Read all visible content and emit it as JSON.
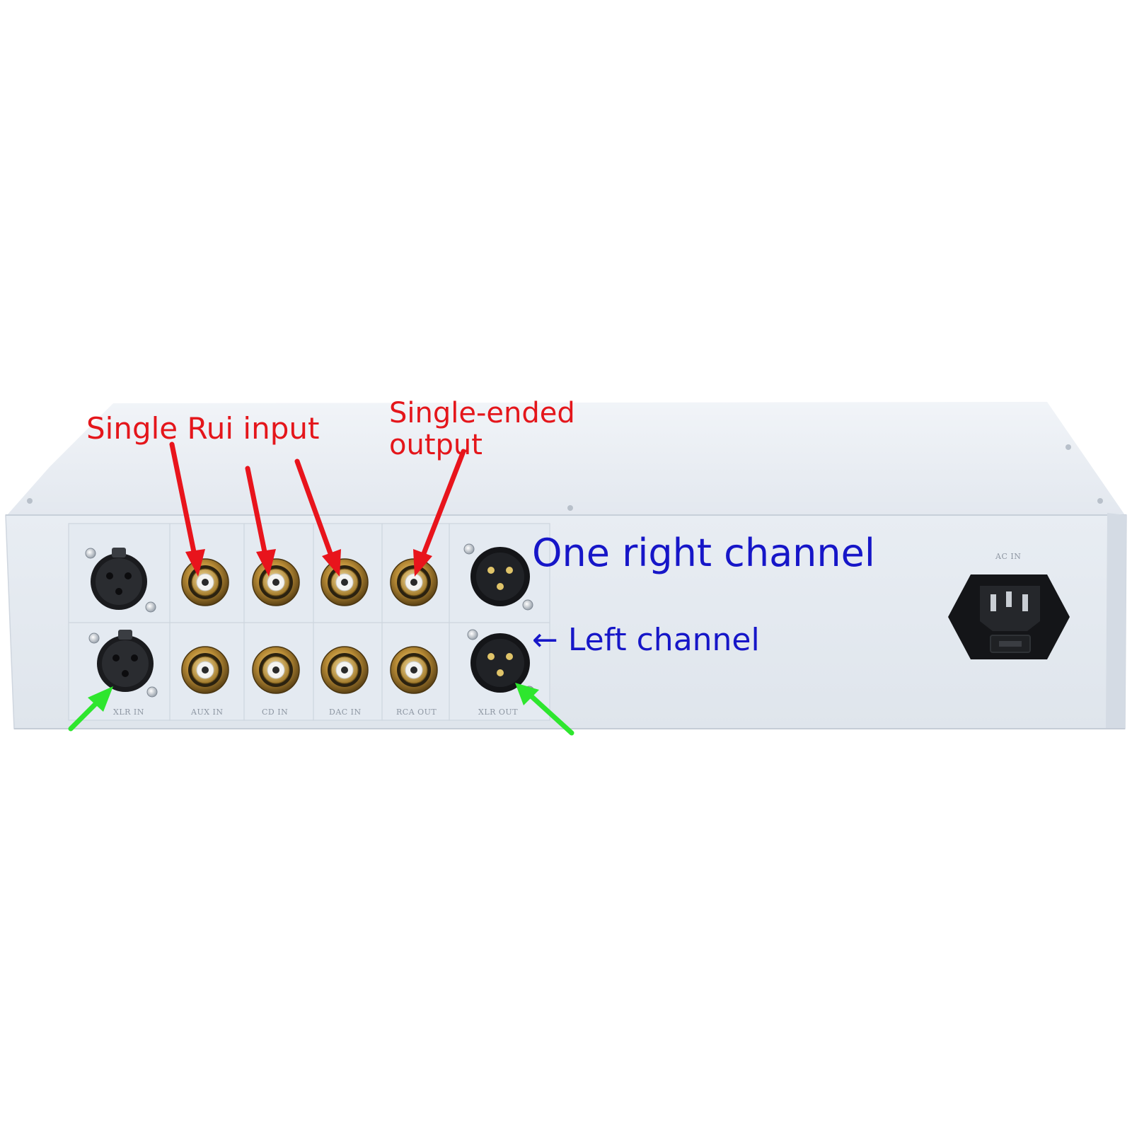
{
  "annotations": {
    "single_rui_input": "Single Rui input",
    "single_ended_line1": "Single-ended",
    "single_ended_line2": "output",
    "right_channel": "One right channel",
    "left_channel": "← Left channel"
  },
  "panel_labels": {
    "xlr_in": "XLR IN",
    "aux_in": "AUX IN",
    "cd_in": "CD IN",
    "dac_in": "DAC IN",
    "rca_out": "RCA OUT",
    "xlr_out": "XLR OUT",
    "ac_in": "AC IN"
  },
  "colors": {
    "red_text": "#e4161b",
    "blue_text": "#1616c8",
    "red_arrow": "#e8141c",
    "green_arrow": "#2ee62e",
    "chassis": "#e6ecf3"
  },
  "icons": [
    "xlr-female-connector-icon",
    "xlr-male-connector-icon",
    "rca-jack-icon",
    "iec-power-inlet-icon",
    "arrow-icon"
  ]
}
